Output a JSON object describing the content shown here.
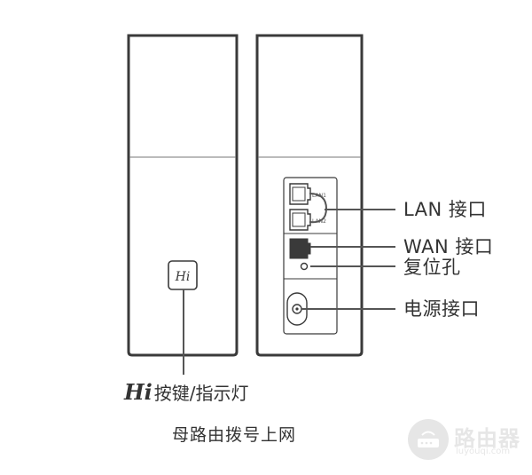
{
  "labels": {
    "lan": "LAN 接口",
    "wan": "WAN 接口",
    "reset": "复位孔",
    "power": "电源接口",
    "hi_logo": "Hi",
    "hi_text": "按键/指示灯",
    "caption": "母路由拨号上网"
  },
  "ports": {
    "lan1": "LAN1",
    "lan2": "LAN2"
  },
  "watermark": {
    "name": "路由器",
    "url": "luyouqi.com"
  },
  "colors": {
    "outline": "#3a3a3a",
    "line": "#555555",
    "text": "#333333"
  }
}
